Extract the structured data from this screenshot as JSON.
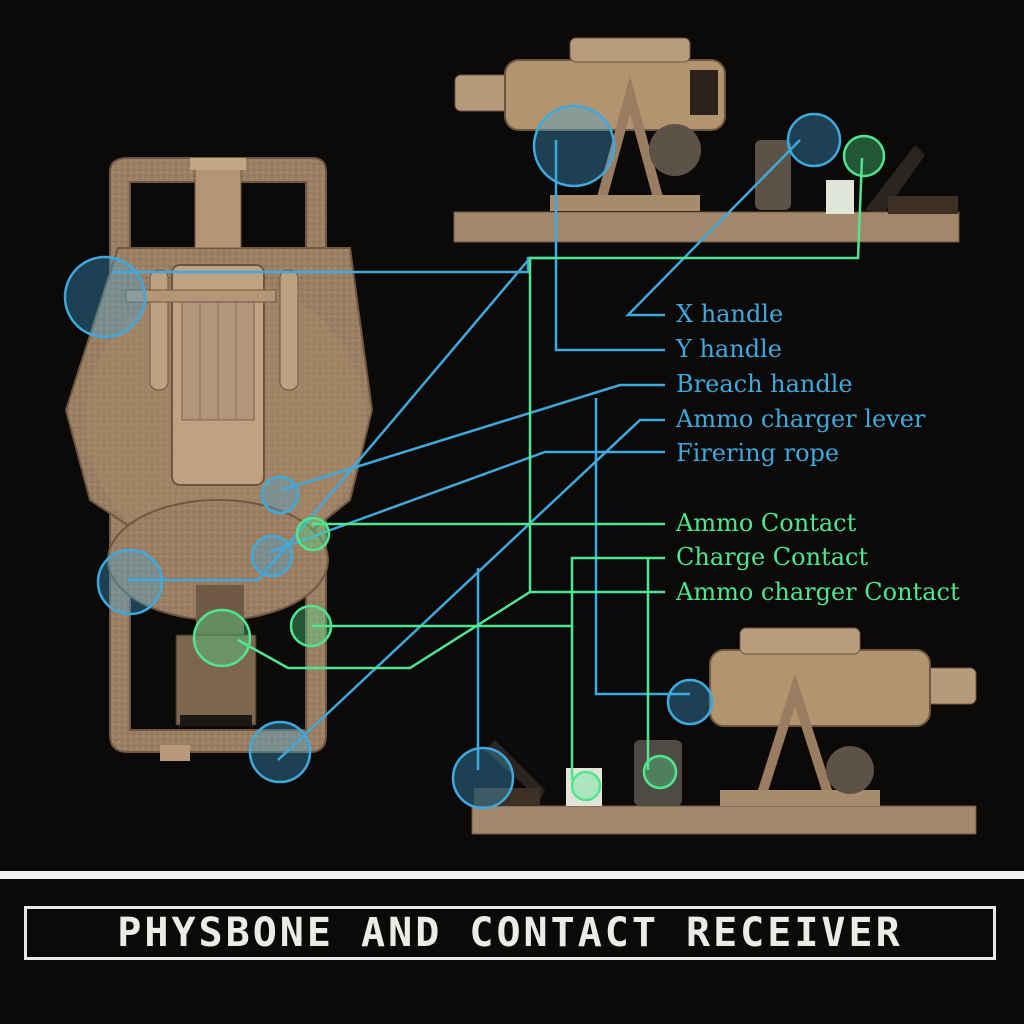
{
  "diagram": {
    "labels": {
      "x_handle": "X handle",
      "y_handle": "Y handle",
      "breach_handle": "Breach handle",
      "ammo_charger_lever": "Ammo charger lever",
      "firering_rope": "Firering rope",
      "ammo_contact": "Ammo Contact",
      "charge_contact": "Charge Contact",
      "ammo_charger_contact": "Ammo charger Contact"
    },
    "banner": "PHYSBONE AND CONTACT RECEIVER",
    "colors": {
      "physbone_blue": "#3fa9dd",
      "contact_green": "#4fe68e",
      "model_brown": "#a8896a",
      "background": "#0b0a09"
    }
  }
}
